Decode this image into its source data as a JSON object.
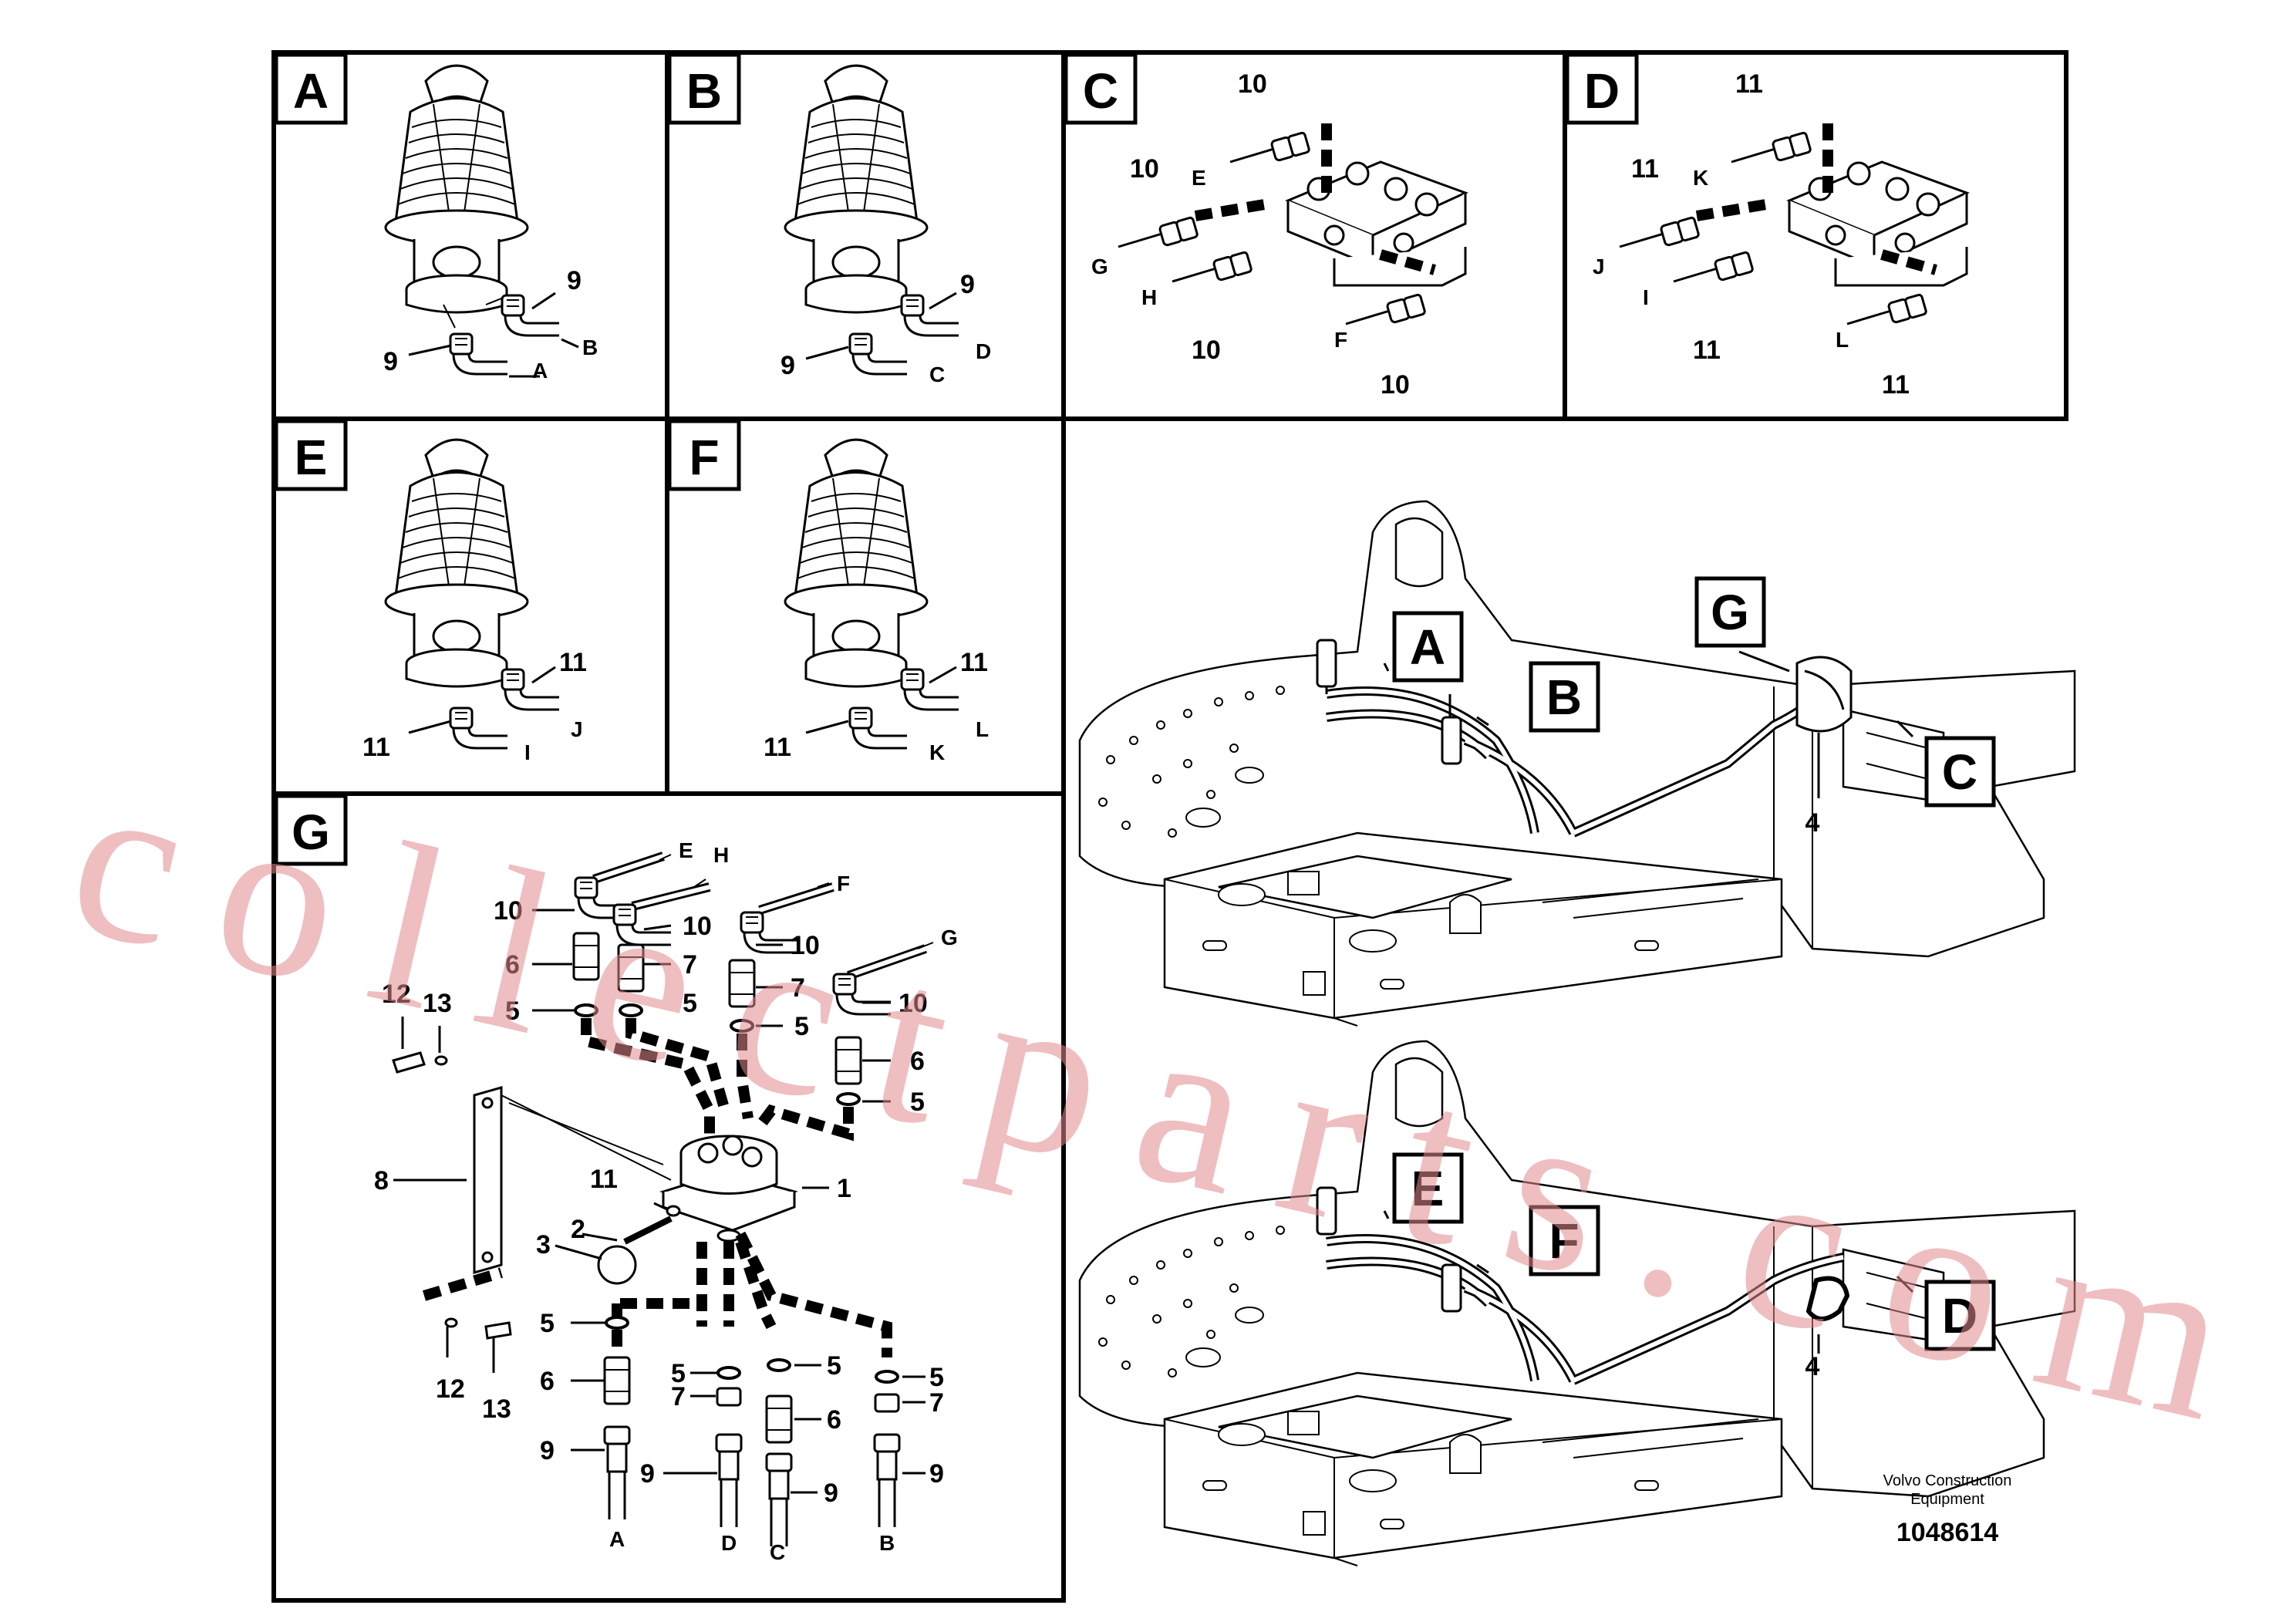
{
  "panels": {
    "A": {
      "tag": "A",
      "labels": [
        "9",
        "9",
        "A",
        "B"
      ]
    },
    "B": {
      "tag": "B",
      "labels": [
        "9",
        "9",
        "C",
        "D"
      ]
    },
    "C": {
      "tag": "C",
      "labels": [
        "10",
        "10",
        "10",
        "10",
        "E",
        "G",
        "H",
        "F"
      ]
    },
    "D": {
      "tag": "D",
      "labels": [
        "11",
        "11",
        "11",
        "11",
        "K",
        "J",
        "I",
        "L"
      ]
    },
    "E": {
      "tag": "E",
      "labels": [
        "11",
        "11",
        "J",
        "I"
      ]
    },
    "F": {
      "tag": "F",
      "labels": [
        "11",
        "11",
        "L",
        "K"
      ]
    },
    "G": {
      "tag": "G"
    }
  },
  "overview": {
    "callouts": [
      "A",
      "B",
      "G",
      "C",
      "E",
      "F",
      "D"
    ],
    "numbers": [
      "4",
      "4"
    ]
  },
  "footer": {
    "maker_line1": "Volvo Construction",
    "maker_line2": "Equipment",
    "drawing_number": "1048614"
  },
  "watermark": "collectparts.com"
}
